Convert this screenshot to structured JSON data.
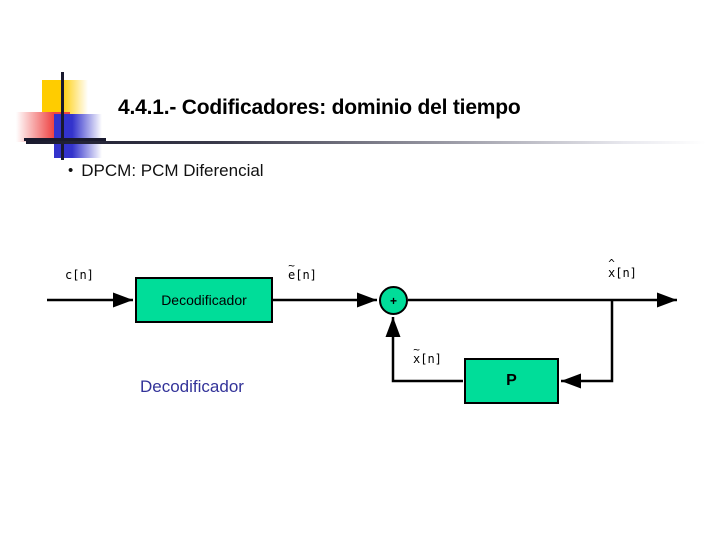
{
  "slide": {
    "title": "4.4.1.- Codificadores: dominio del tiempo",
    "bullet_marker": "•",
    "bullet_text": "DPCM: PCM Diferencial",
    "caption": "Decodificador",
    "colors": {
      "block_fill": "#00DD99",
      "block_stroke": "#000000",
      "caption_color": "#333399",
      "title_color": "#000000",
      "logo_yellow": "#FFCC00",
      "logo_red": "#EE4444",
      "logo_blue": "#3333CC"
    }
  },
  "logo": {
    "name": "decorative-logo"
  },
  "diagram": {
    "blocks": [
      {
        "id": "decoder",
        "label": "Decodificador"
      },
      {
        "id": "predictor",
        "label": "P"
      }
    ],
    "sum_node": {
      "label": "+"
    },
    "signals": [
      {
        "id": "input",
        "base": "c",
        "accent": "",
        "index": "[n]",
        "text": "c[n]"
      },
      {
        "id": "error",
        "base": "e",
        "accent": "~",
        "index": "[n]",
        "text": "ẽ[n]"
      },
      {
        "id": "output",
        "base": "x",
        "accent": "^",
        "index": "[n]",
        "text": "x̂[n]"
      },
      {
        "id": "prediction",
        "base": "x",
        "accent": "~",
        "index": "[n]",
        "text": "x̃[n]"
      }
    ]
  }
}
